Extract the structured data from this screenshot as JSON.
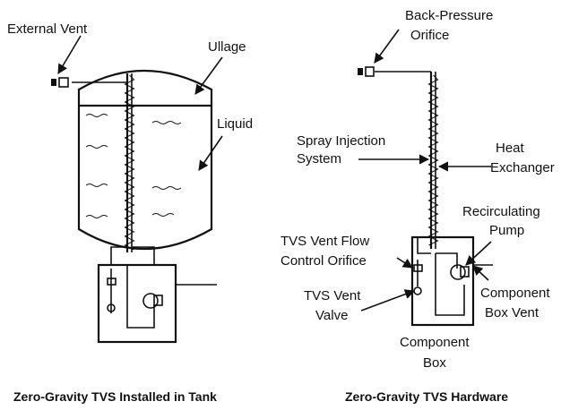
{
  "left_panel": {
    "labels": {
      "external_vent": "External Vent",
      "ullage": "Ullage",
      "liquid": "Liquid"
    },
    "caption": "Zero-Gravity TVS Installed in Tank"
  },
  "right_panel": {
    "labels": {
      "back_pressure_1": "Back-Pressure",
      "back_pressure_2": "Orifice",
      "spray_1": "Spray Injection",
      "spray_2": "System",
      "heat_1": "Heat",
      "heat_2": "Exchanger",
      "recirc_1": "Recirculating",
      "recirc_2": "Pump",
      "tvs_flow_1": "TVS Vent Flow",
      "tvs_flow_2": "Control Orifice",
      "tvs_valve_1": "TVS Vent",
      "tvs_valve_2": "Valve",
      "comp_vent_1": "Component",
      "comp_vent_2": "Box Vent",
      "comp_box_1": "Component",
      "comp_box_2": "Box"
    },
    "caption": "Zero-Gravity TVS Hardware"
  }
}
